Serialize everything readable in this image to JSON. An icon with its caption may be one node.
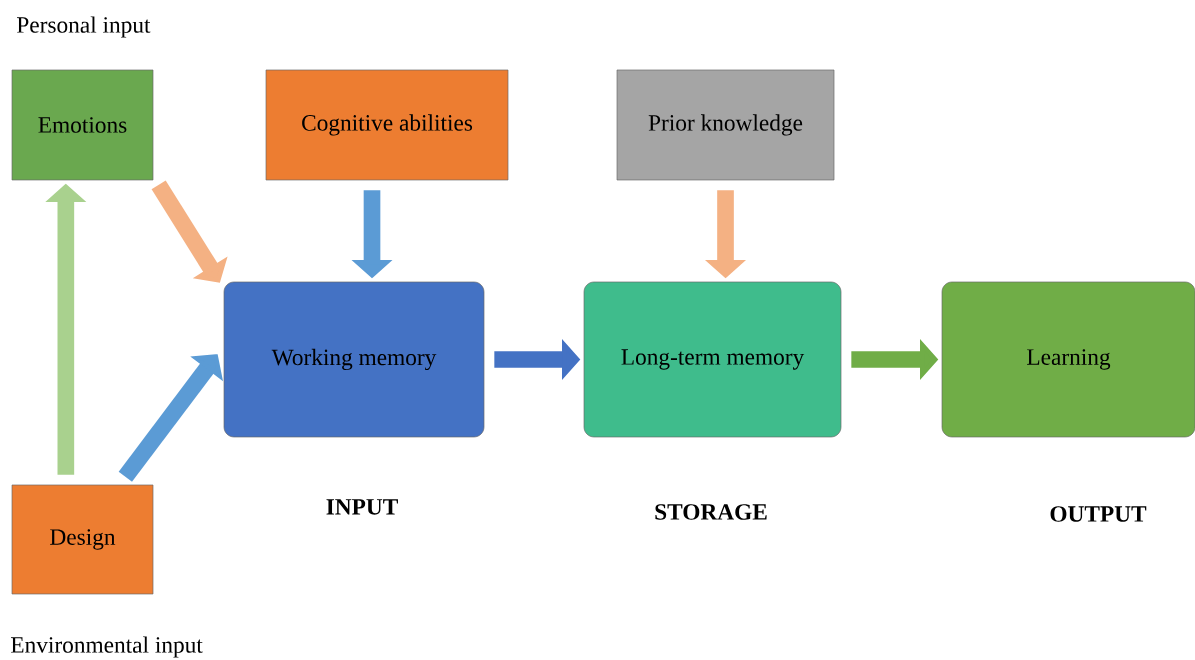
{
  "diagram": {
    "nodes": [
      {
        "text": [
          "Emotions"
        ]
      },
      {
        "text": [
          "Cognitive abilities"
        ]
      },
      {
        "text": [
          "Prior knowledge"
        ]
      },
      {
        "text": [
          "Working memory"
        ]
      },
      {
        "text": [
          "Long-term memory"
        ]
      },
      {
        "text": [
          "Learning"
        ]
      },
      {
        "text": [
          "Design"
        ]
      }
    ],
    "edges": [
      {
        "from": 6,
        "to": 0,
        "arrow": "to",
        "color": "#a9d18e"
      },
      {
        "from": 0,
        "to": 3,
        "arrow": "to",
        "color": "#f4b183"
      },
      {
        "from": 6,
        "to": 3,
        "arrow": "to",
        "color": "#5b9bd5"
      },
      {
        "from": 1,
        "to": 3,
        "arrow": "to",
        "color": "#5b9bd5"
      },
      {
        "from": 2,
        "to": 4,
        "arrow": "to",
        "color": "#f4b183"
      },
      {
        "from": 3,
        "to": 4,
        "arrow": "to",
        "color": "#4472c4"
      },
      {
        "from": 4,
        "to": 5,
        "arrow": "to",
        "color": "#70ad47"
      }
    ],
    "labels": [
      "Personal input",
      "INPUT",
      "STORAGE",
      "OUTPUT",
      "Environmental input"
    ]
  }
}
